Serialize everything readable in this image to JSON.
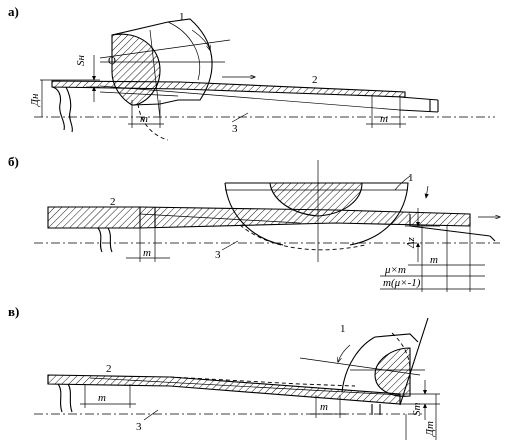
{
  "panels": [
    {
      "label": "а)",
      "roll_number": "1",
      "strip_number": "2",
      "base_number": "3",
      "centre_label": "O",
      "offset_label": "Sн",
      "height_label": "Дн",
      "m_labels": [
        "m",
        "m"
      ]
    },
    {
      "label": "б)",
      "roll_number": "1",
      "strip_number": "2",
      "base_number": "3",
      "gap_label": "Δz",
      "m_labels": [
        "m",
        "m"
      ],
      "dim_mu_m": "μ×m",
      "dim_m_mu": "m(μ×-1)"
    },
    {
      "label": "в)",
      "roll_number": "1",
      "strip_number": "2",
      "base_number": "3",
      "offset_label": "Sт",
      "height_label": "Дт",
      "m_labels": [
        "m",
        "m"
      ]
    }
  ]
}
